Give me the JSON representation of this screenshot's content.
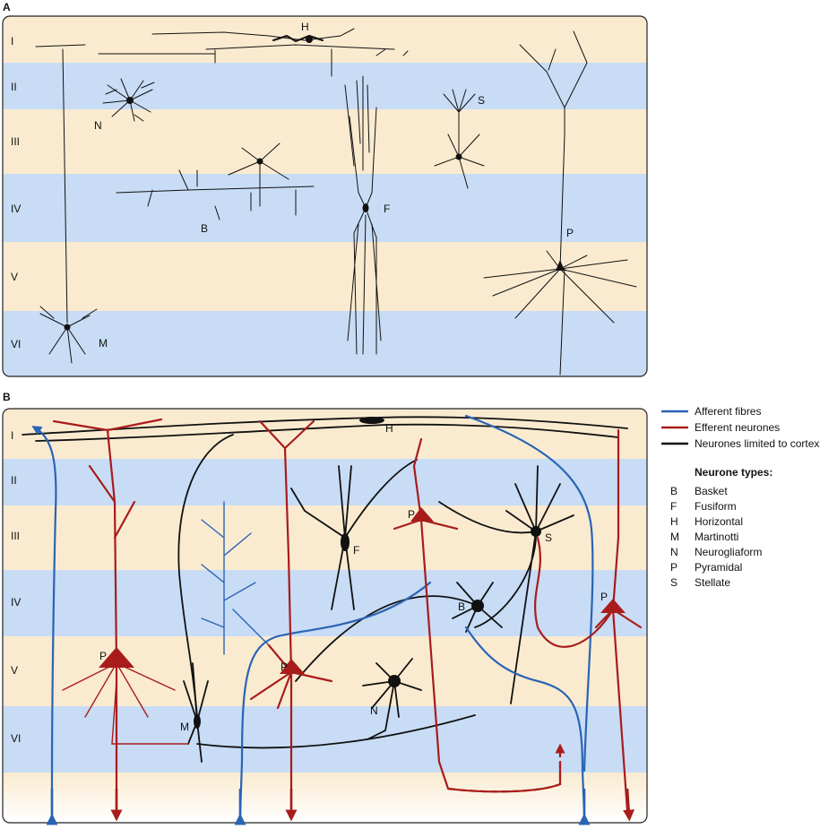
{
  "panel_a": {
    "label": "A",
    "layers": [
      "I",
      "II",
      "III",
      "IV",
      "V",
      "VI"
    ],
    "neurons": [
      "H",
      "N",
      "S",
      "F",
      "B",
      "P",
      "M"
    ]
  },
  "panel_b": {
    "label": "B",
    "layers": [
      "I",
      "II",
      "III",
      "IV",
      "V",
      "VI"
    ],
    "neurons": [
      "H",
      "P",
      "F",
      "S",
      "B",
      "P",
      "P",
      "M",
      "N",
      "P"
    ]
  },
  "legend": {
    "lines": [
      {
        "label": "Afferent fibres",
        "color": "#2a64b4"
      },
      {
        "label": "Efferent neurones",
        "color": "#a81c1c"
      },
      {
        "label": "Neurones limited to cortex",
        "color": "#111111"
      }
    ],
    "types_heading": "Neurone types:",
    "types": [
      {
        "code": "B",
        "name": "Basket"
      },
      {
        "code": "F",
        "name": "Fusiform"
      },
      {
        "code": "H",
        "name": "Horizontal"
      },
      {
        "code": "M",
        "name": "Martinotti"
      },
      {
        "code": "N",
        "name": "Neurogliaform"
      },
      {
        "code": "P",
        "name": "Pyramidal"
      },
      {
        "code": "S",
        "name": "Stellate"
      }
    ]
  },
  "colors": {
    "band_light": "#faebd0",
    "band_blue": "#c8dcf5",
    "afferent": "#2a64b4",
    "efferent": "#a81c1c",
    "cortex": "#111111"
  }
}
